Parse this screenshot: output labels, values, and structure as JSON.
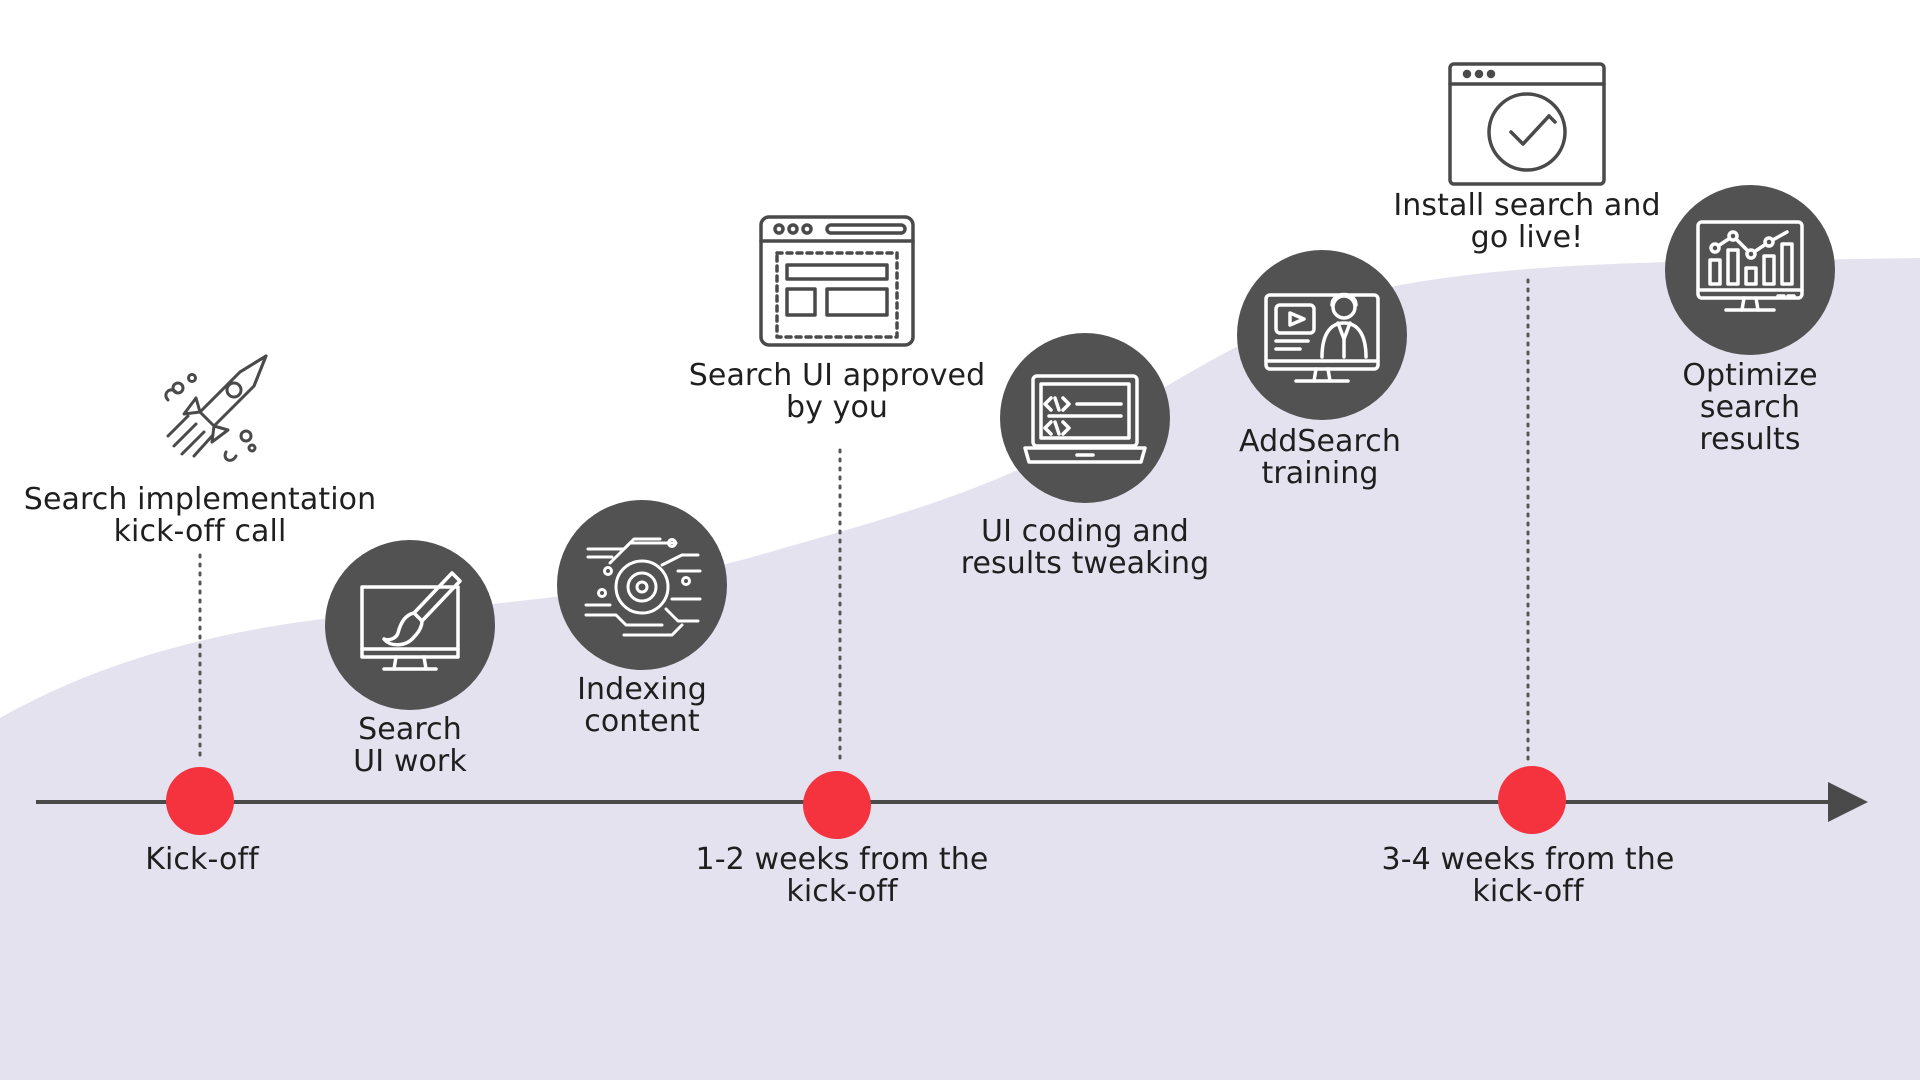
{
  "diagram": {
    "colors": {
      "background_wave": "#e4e2ef",
      "timeline_line": "#4a4a4a",
      "milestone_dot": "#f5333f",
      "icon_circle": "#525252",
      "icon_line_dark": "#4a4a4a",
      "icon_line_light": "#ffffff"
    },
    "milestones": [
      {
        "label": "Kick-off"
      },
      {
        "label": "1-2 weeks from the\nkick-off"
      },
      {
        "label": "3-4 weeks from the\nkick-off"
      }
    ],
    "steps": [
      {
        "label": "Search implementation\nkick-off call",
        "icon": "rocket-icon"
      },
      {
        "label": "Search\nUI work",
        "icon": "monitor-paintbrush-icon"
      },
      {
        "label": "Indexing\ncontent",
        "icon": "circuit-target-icon"
      },
      {
        "label": "Search UI approved\nby you",
        "icon": "browser-wireframe-icon"
      },
      {
        "label": "UI coding and\nresults tweaking",
        "icon": "laptop-code-icon"
      },
      {
        "label": "AddSearch\ntraining",
        "icon": "monitor-video-presenter-icon"
      },
      {
        "label": "Install search and\ngo live!",
        "icon": "browser-checkmark-icon"
      },
      {
        "label": "Optimize search\nresults",
        "icon": "monitor-chart-icon"
      }
    ]
  }
}
